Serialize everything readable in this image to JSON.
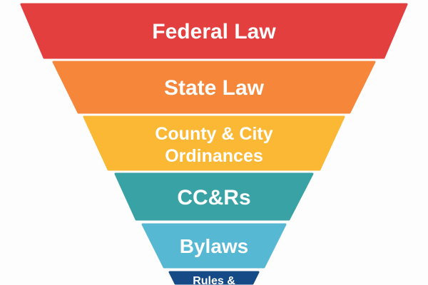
{
  "funnel": {
    "layers": [
      {
        "lines": [
          "Federal Law"
        ],
        "color": "#e43f3f"
      },
      {
        "lines": [
          "State Law"
        ],
        "color": "#f5863a"
      },
      {
        "lines": [
          "County & City",
          "Ordinances"
        ],
        "color": "#fbb834"
      },
      {
        "lines": [
          "CC&Rs"
        ],
        "color": "#38a2a4"
      },
      {
        "lines": [
          "Bylaws"
        ],
        "color": "#57b8d3"
      },
      {
        "lines": [
          "Rules &"
        ],
        "color": "#154a86"
      }
    ]
  }
}
